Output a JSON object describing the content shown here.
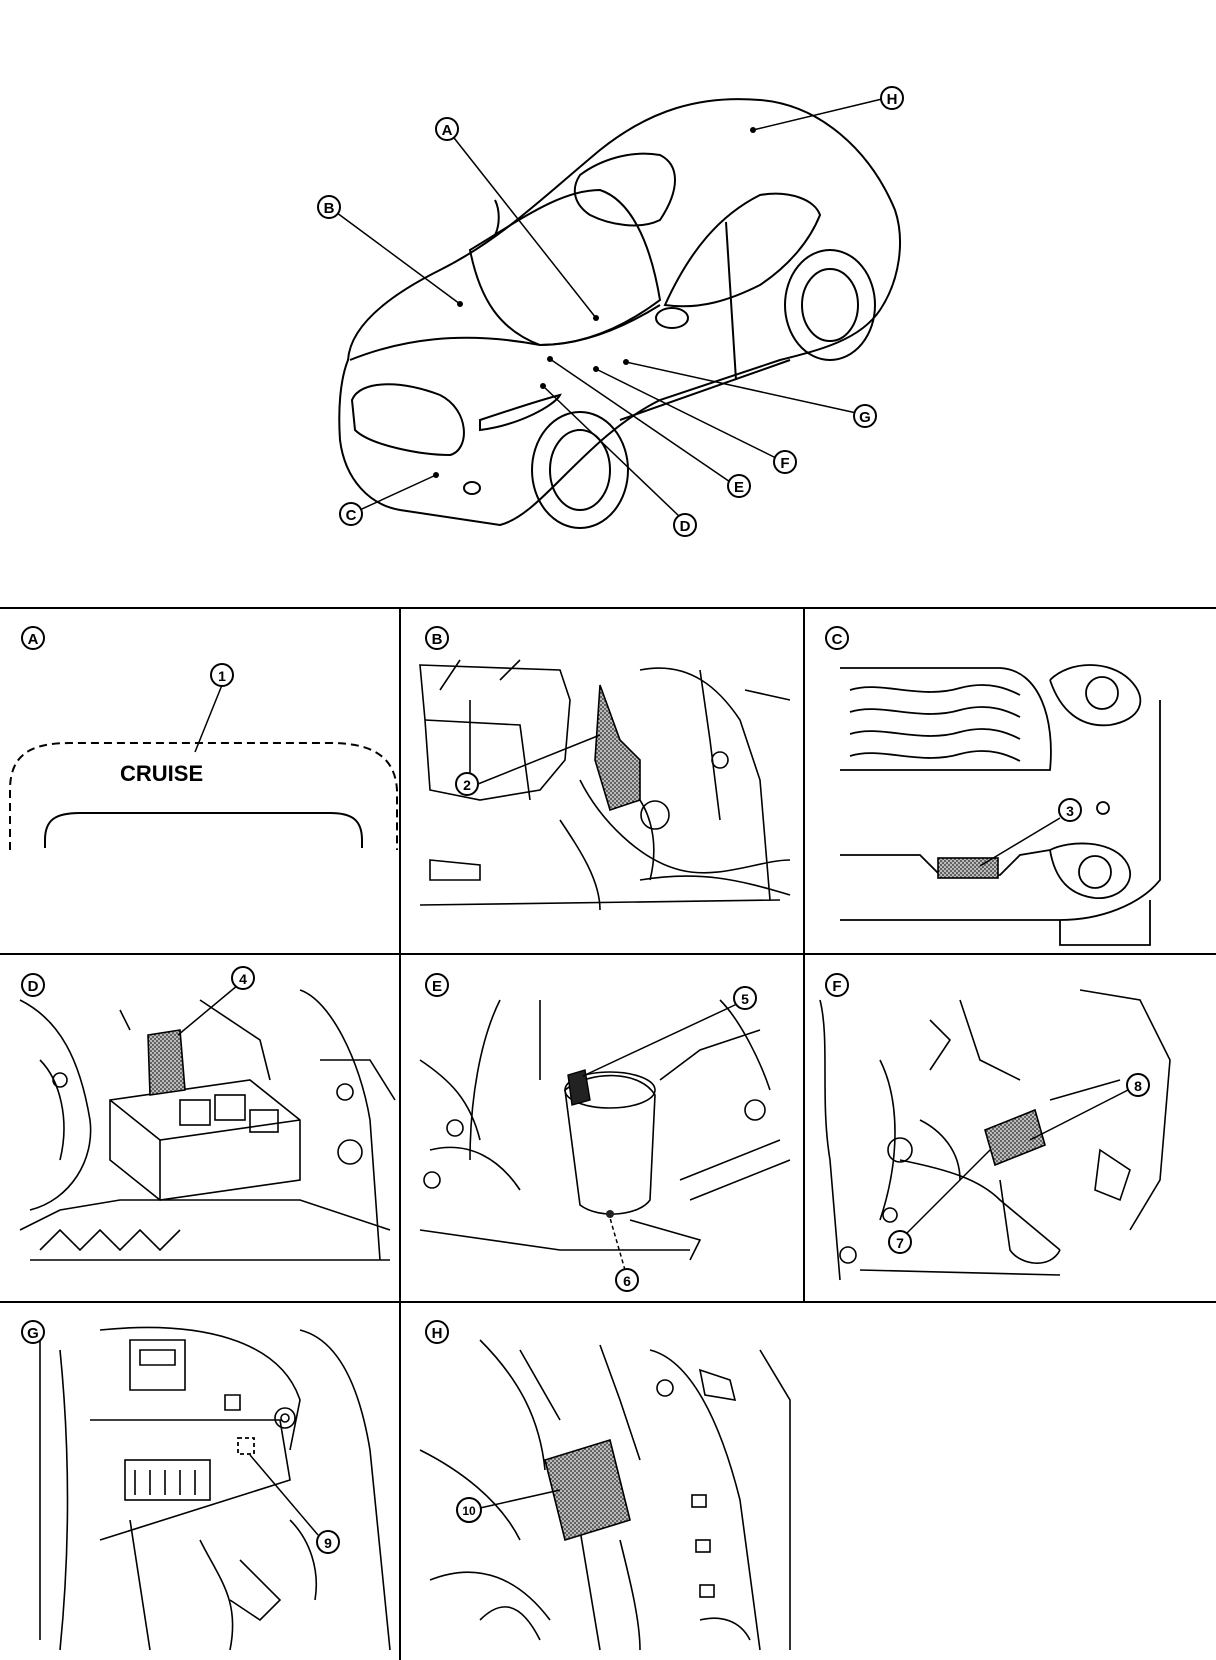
{
  "overview": {
    "callouts": [
      {
        "id": "A",
        "label": "A"
      },
      {
        "id": "B",
        "label": "B"
      },
      {
        "id": "C",
        "label": "C"
      },
      {
        "id": "D",
        "label": "D"
      },
      {
        "id": "E",
        "label": "E"
      },
      {
        "id": "F",
        "label": "F"
      },
      {
        "id": "G",
        "label": "G"
      },
      {
        "id": "H",
        "label": "H"
      }
    ]
  },
  "panels": [
    {
      "id": "A",
      "label": "A",
      "parts": [
        "1"
      ],
      "text": "CRUISE"
    },
    {
      "id": "B",
      "label": "B",
      "parts": [
        "2"
      ]
    },
    {
      "id": "C",
      "label": "C",
      "parts": [
        "3"
      ]
    },
    {
      "id": "D",
      "label": "D",
      "parts": [
        "4"
      ]
    },
    {
      "id": "E",
      "label": "E",
      "parts": [
        "5",
        "6"
      ]
    },
    {
      "id": "F",
      "label": "F",
      "parts": [
        "8",
        "7"
      ]
    },
    {
      "id": "G",
      "label": "G",
      "parts": [
        "9"
      ]
    },
    {
      "id": "H",
      "label": "H",
      "parts": [
        "10"
      ]
    }
  ],
  "colors": {
    "line": "#000000",
    "shade": "#555555",
    "background": "#ffffff"
  }
}
